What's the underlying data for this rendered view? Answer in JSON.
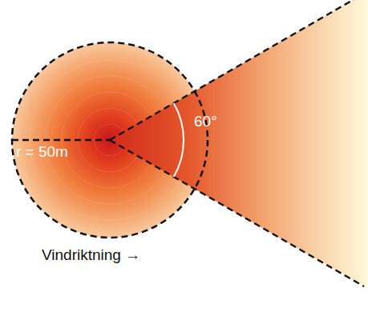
{
  "diagram": {
    "labels": [
      "r = 50m",
      "60°",
      "Vindriktning →"
    ]
  }
}
